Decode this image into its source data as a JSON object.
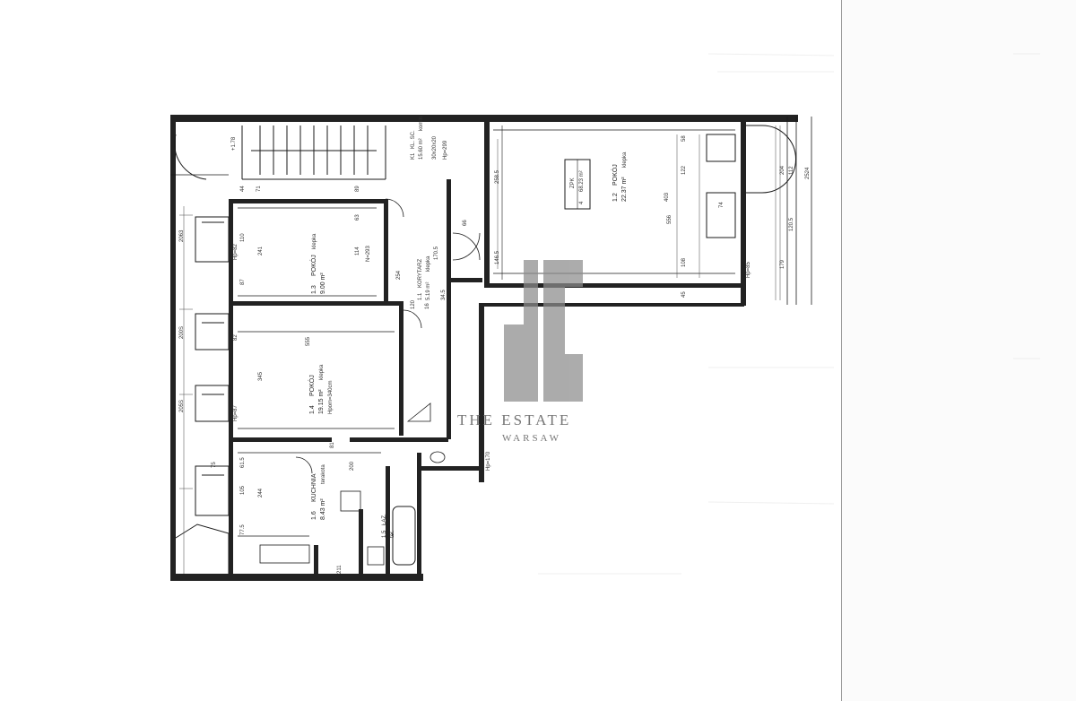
{
  "plan": {
    "rooms": [
      {
        "id": "1.2",
        "name": "POKÓJ",
        "area": "22.37 m²",
        "floor": "klepka"
      },
      {
        "id": "1.3",
        "name": "POKÓJ",
        "area": "9.00 m²",
        "floor": "klepka"
      },
      {
        "id": "1.4",
        "name": "POKÓJ",
        "area": "19.15 m²",
        "floor": "klepka",
        "height": "Hpom=340cm"
      },
      {
        "id": "1.6",
        "name": "KUCHNIA",
        "area": "8.43 m²",
        "floor": "terakota"
      },
      {
        "id": "1.1",
        "name": "KORYTARZ",
        "area": "5.19 m²",
        "floor": "klepka"
      },
      {
        "id": "1.5",
        "name": "ŁAZ.",
        "area": "",
        "floor": "ter."
      },
      {
        "id": "K1",
        "name": "KL. SC.",
        "area": "15.60 m²",
        "floor": "komin"
      }
    ],
    "badge": {
      "label": "ZPK",
      "number": "4",
      "area": "68.23 m²"
    },
    "dimensions": [
      "556",
      "403",
      "258.5",
      "146.5",
      "345",
      "555",
      "241",
      "114",
      "244",
      "105",
      "110",
      "87",
      "81",
      "120",
      "200",
      "254",
      "58",
      "122",
      "108",
      "45",
      "204",
      "112",
      "2524",
      "120.5",
      "179",
      "63",
      "44",
      "71",
      "89",
      "16",
      "211",
      "34.5",
      "170.5",
      "74",
      "82",
      "77.5",
      "61.5",
      "75",
      "66"
    ],
    "annotations": [
      "Hp=82",
      "Hp=85",
      "Hp=299",
      "+1.78",
      "N=293",
      "30x20x20",
      "Hp=170",
      "Hp=87",
      "Hpom=340cm"
    ],
    "section_labels": [
      "200S",
      "205S",
      "2063"
    ]
  },
  "watermark": {
    "line1": "THE ESTATE",
    "line2": "WARSAW"
  },
  "colors": {
    "ink": "#1a1a1a",
    "watermark_fill": "#8c8c8c",
    "watermark_text": "#777777"
  }
}
